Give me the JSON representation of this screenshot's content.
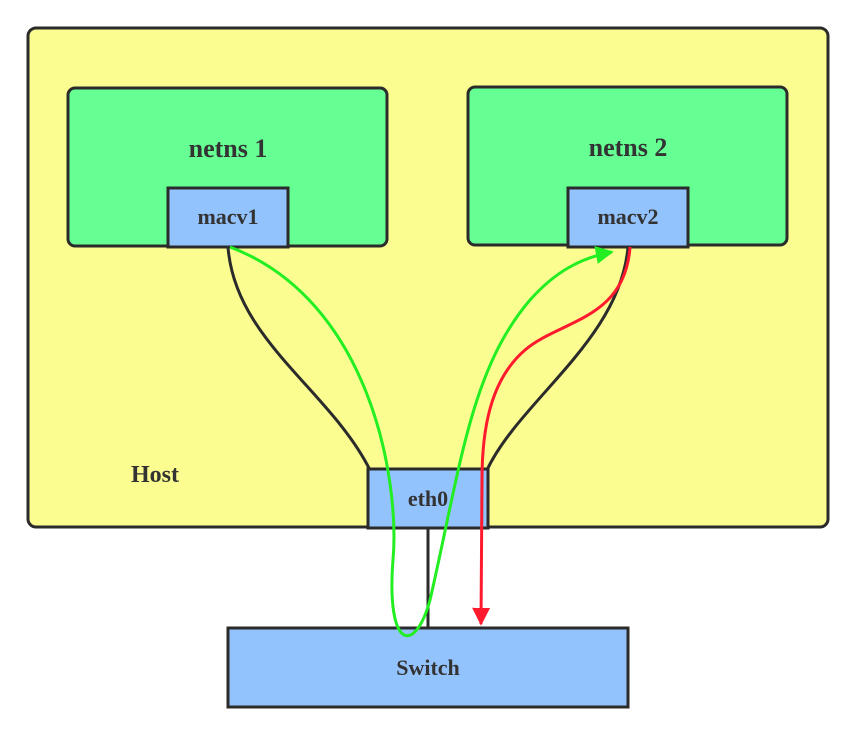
{
  "diagram": {
    "host_label": "Host",
    "netns1_label": "netns 1",
    "netns2_label": "netns 2",
    "macv1_label": "macv1",
    "macv2_label": "macv2",
    "eth0_label": "eth0",
    "switch_label": "Switch"
  },
  "colors": {
    "host_fill": "#fbfd90",
    "netns_fill": "#66ff94",
    "interface_fill": "#93c3fd",
    "outline": "#2b2b2b",
    "green_flow": "#22ee22",
    "red_flow": "#ff1a2e"
  }
}
